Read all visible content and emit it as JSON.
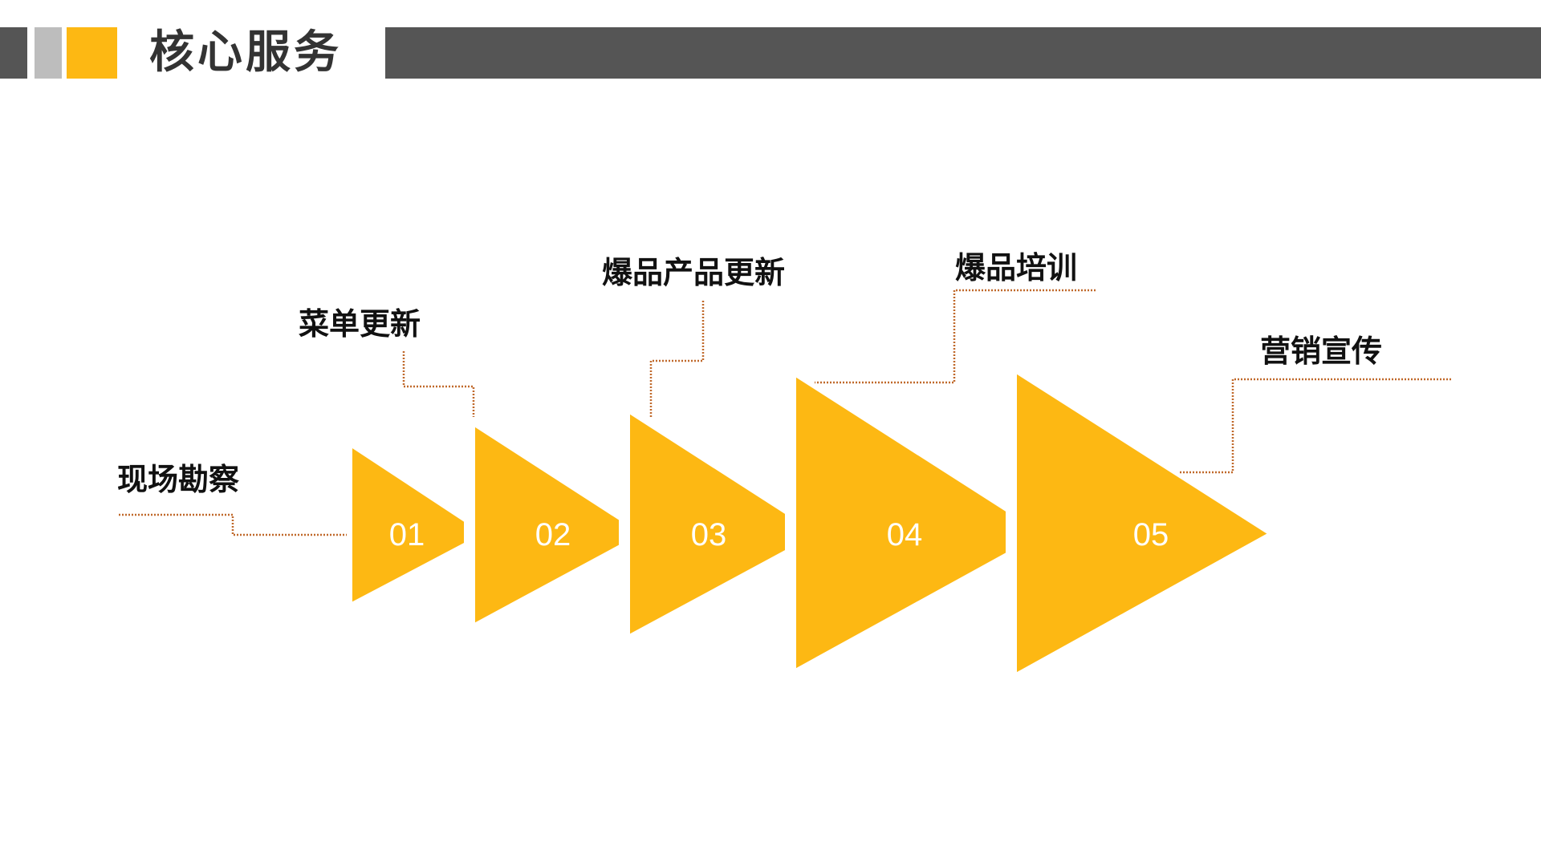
{
  "header": {
    "title": "核心服务"
  },
  "colors": {
    "accent": "#FDB813",
    "header_dark": "#555555",
    "header_grey": "#BDBDBD",
    "connector": "#C0692B",
    "step_number_text": "#FFFFFF",
    "label_text": "#111111",
    "background": "#FFFFFF"
  },
  "steps": [
    {
      "number": "01",
      "label": "现场勘察"
    },
    {
      "number": "02",
      "label": "菜单更新"
    },
    {
      "number": "03",
      "label": "爆品产品更新"
    },
    {
      "number": "04",
      "label": "爆品培训"
    },
    {
      "number": "05",
      "label": "营销宣传"
    }
  ]
}
